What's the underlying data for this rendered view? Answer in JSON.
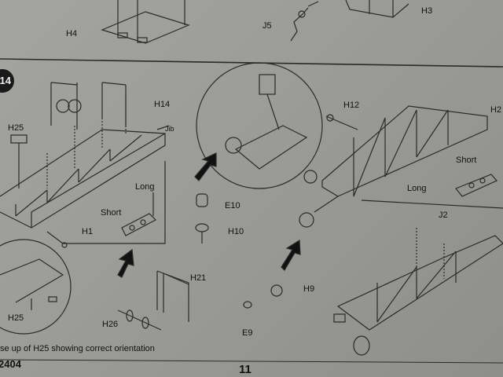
{
  "step": {
    "number": "14"
  },
  "top_parts": {
    "h4": "H4",
    "j5": "J5",
    "h3": "H3"
  },
  "left_parts": {
    "h14": "H14",
    "h25": "H25",
    "jib": "Jib",
    "long": "Long",
    "short": "Short",
    "h1": "H1",
    "h25_closeup": "H25",
    "h21": "H21",
    "h26": "H26"
  },
  "center_parts": {
    "e10": "E10",
    "h10": "H10",
    "h9": "H9",
    "e9": "E9"
  },
  "right_parts": {
    "h12": "H12",
    "h2": "H2",
    "short": "Short",
    "long": "Long",
    "j2": "J2"
  },
  "captions": {
    "closeup_note": "se up of H25 showing correct orientation"
  },
  "footer": {
    "code": "2404",
    "page_number": "11"
  }
}
